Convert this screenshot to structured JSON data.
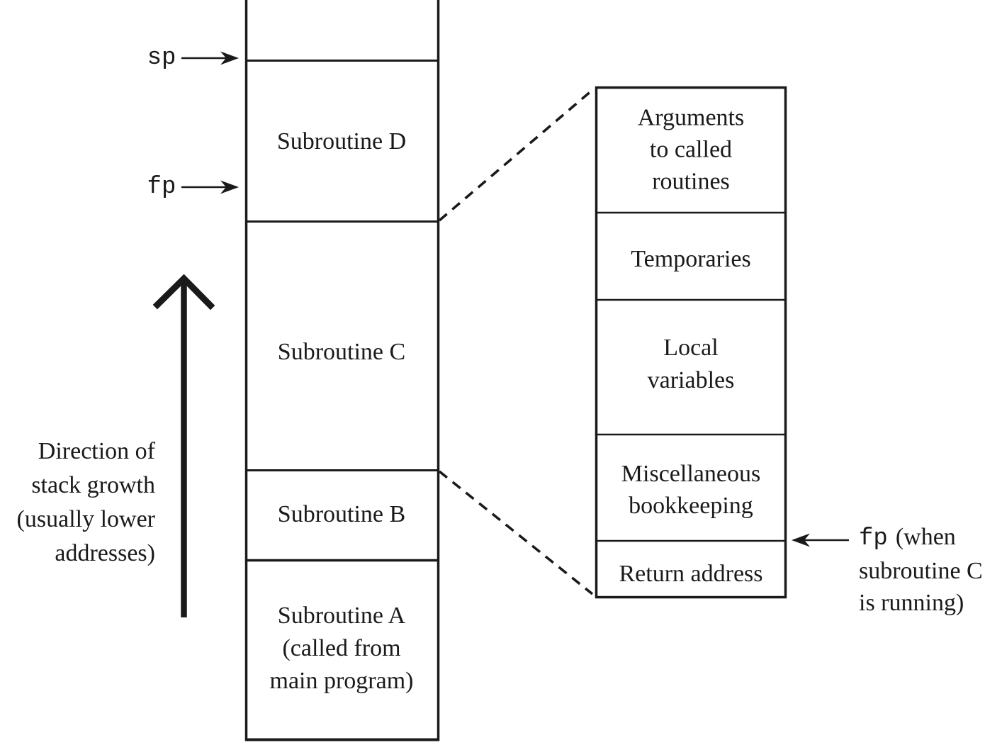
{
  "colors": {
    "ink": "#1a1a1a",
    "background": "#ffffff"
  },
  "pointers": {
    "sp": {
      "label": "sp"
    },
    "fp": {
      "label": "fp"
    }
  },
  "stack": {
    "frames": [
      {
        "name": "subroutine-d",
        "lines": [
          "Subroutine D"
        ]
      },
      {
        "name": "subroutine-c",
        "lines": [
          "Subroutine C"
        ]
      },
      {
        "name": "subroutine-b",
        "lines": [
          "Subroutine B"
        ]
      },
      {
        "name": "subroutine-a",
        "lines": [
          "Subroutine A",
          "(called from",
          "main program)"
        ]
      }
    ]
  },
  "growth_note": {
    "lines": [
      "Direction of",
      "stack growth",
      "(usually lower",
      "addresses)"
    ]
  },
  "frame_detail": {
    "sections": [
      {
        "name": "arguments",
        "lines": [
          "Arguments",
          "to called",
          "routines"
        ]
      },
      {
        "name": "temporaries",
        "lines": [
          "Temporaries"
        ]
      },
      {
        "name": "local-variables",
        "lines": [
          "Local",
          "variables"
        ]
      },
      {
        "name": "miscellaneous-bookkeeping",
        "lines": [
          "Miscellaneous",
          "bookkeeping"
        ]
      },
      {
        "name": "return-address",
        "lines": [
          "Return address"
        ]
      }
    ]
  },
  "fp_note": {
    "pointer_label": "fp",
    "line1_rest": "(when",
    "line2": "subroutine C",
    "line3": "is running)"
  }
}
